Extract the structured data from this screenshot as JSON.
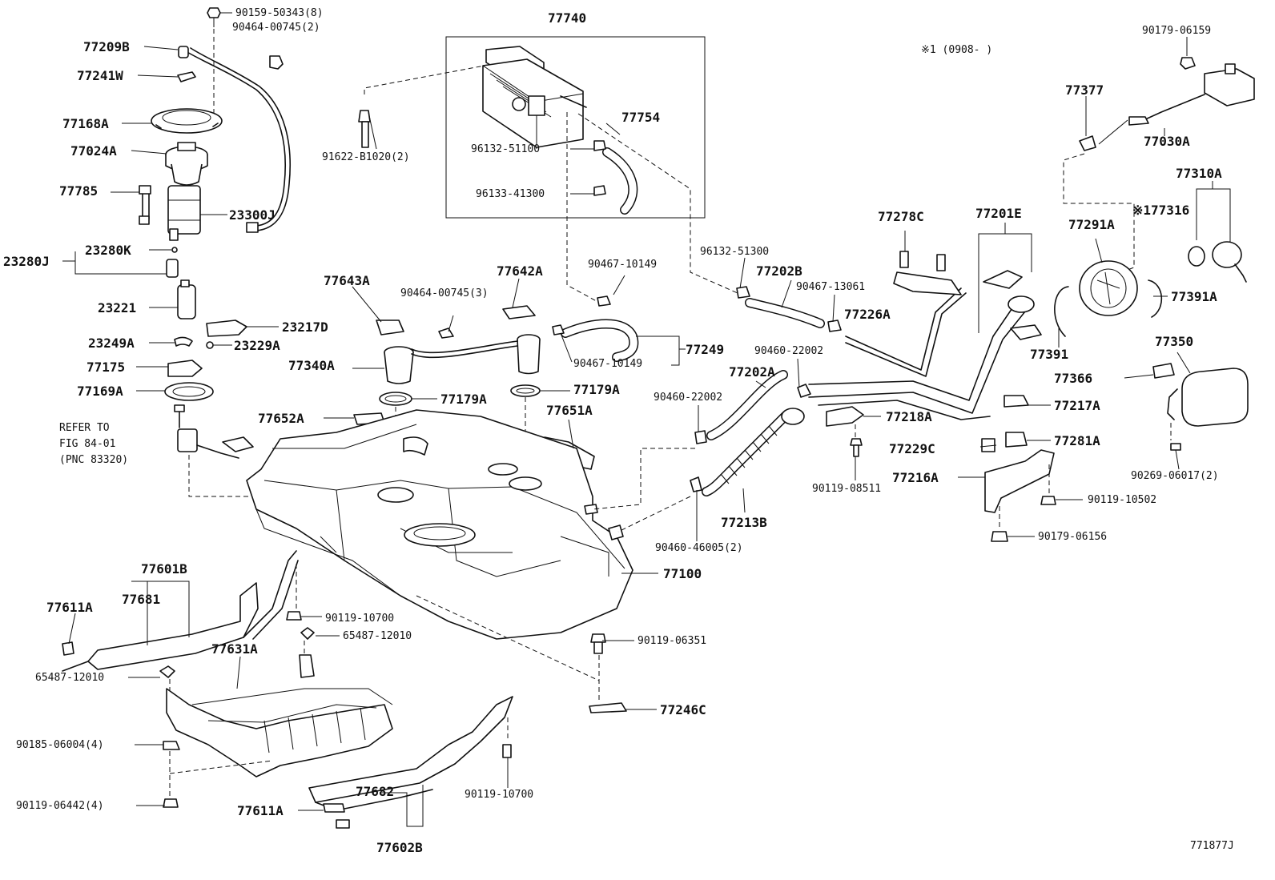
{
  "diagram_id": "771877J",
  "note": "※1 (0908-     )",
  "refer_note": [
    "REFER TO",
    "FIG 84-01",
    "(PNC 83320)"
  ],
  "labels": {
    "l_90159_50343": "90159-50343(8)",
    "l_90464_00745_2": "90464-00745(2)",
    "l_77209B": "77209B",
    "l_77241W": "77241W",
    "l_77168A": "77168A",
    "l_77024A": "77024A",
    "l_77785": "77785",
    "l_23300J": "23300J",
    "l_23280K": "23280K",
    "l_23280J": "23280J",
    "l_23221": "23221",
    "l_23217D": "23217D",
    "l_23249A": "23249A",
    "l_23229A": "23229A",
    "l_77175": "77175",
    "l_77169A": "77169A",
    "l_77740": "77740",
    "l_77754": "77754",
    "l_96132_51100": "96132-51100",
    "l_96133_41300": "96133-41300",
    "l_91622_B1020": "91622-B1020(2)",
    "l_77643A": "77643A",
    "l_90464_00745_3": "90464-00745(3)",
    "l_77642A": "77642A",
    "l_90467_10149_a": "90467-10149",
    "l_90467_10149_b": "90467-10149",
    "l_77249": "77249",
    "l_77340A": "77340A",
    "l_77179A_a": "77179A",
    "l_77179A_b": "77179A",
    "l_77652A": "77652A",
    "l_77651A": "77651A",
    "l_96132_51300": "96132-51300",
    "l_77202B": "77202B",
    "l_90467_13061": "90467-13061",
    "l_77226A": "77226A",
    "l_77278C": "77278C",
    "l_77201E": "77201E",
    "l_90460_22002_a": "90460-22002",
    "l_90460_22002_b": "90460-22002",
    "l_77202A": "77202A",
    "l_77218A": "77218A",
    "l_77213B": "77213B",
    "l_90460_46005": "90460-46005(2)",
    "l_90119_08511": "90119-08511",
    "l_77229C": "77229C",
    "l_77281A": "77281A",
    "l_77216A": "77216A",
    "l_77217A": "77217A",
    "l_90119_10502": "90119-10502",
    "l_90179_06156": "90179-06156",
    "l_90179_06159": "90179-06159",
    "l_77377": "77377",
    "l_77030A": "77030A",
    "l_77310A": "77310A",
    "l_77316": "※177316",
    "l_77291A": "77291A",
    "l_77391A": "77391A",
    "l_77391": "77391",
    "l_77350": "77350",
    "l_77366": "77366",
    "l_90269_06017": "90269-06017(2)",
    "l_77100": "77100",
    "l_77601B": "77601B",
    "l_77681": "77681",
    "l_77611A_a": "77611A",
    "l_90119_10700_a": "90119-10700",
    "l_65487_12010_a": "65487-12010",
    "l_77631A": "77631A",
    "l_65487_12010_b": "65487-12010",
    "l_90185_06004": "90185-06004(4)",
    "l_90119_06442": "90119-06442(4)",
    "l_77611A_b": "77611A",
    "l_77682": "77682",
    "l_77602B": "77602B",
    "l_90119_10700_b": "90119-10700",
    "l_90119_06351": "90119-06351",
    "l_77246C": "77246C"
  }
}
